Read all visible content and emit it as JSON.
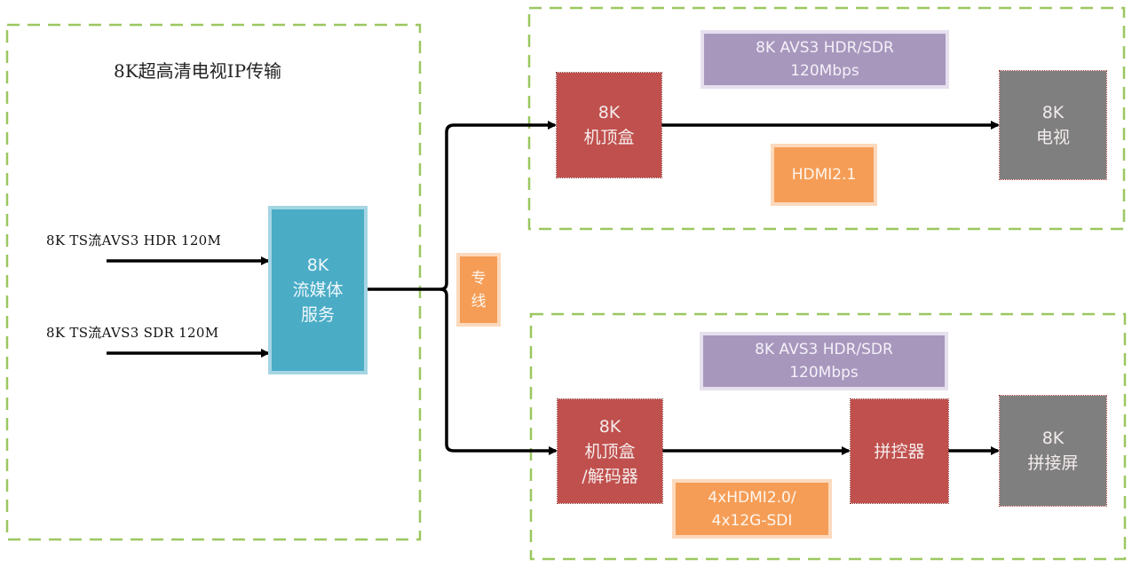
{
  "title": "8K超高清电视IP传输",
  "inputs": [
    {
      "label": "8K TS流AVS3 HDR 120M"
    },
    {
      "label": "8K TS流AVS3 SDR 120M"
    }
  ],
  "streaming_server": {
    "lines": [
      "8K",
      "流媒体",
      "服务"
    ]
  },
  "dedicated_line": {
    "lines": [
      "专",
      "线"
    ]
  },
  "top_branch": {
    "stream_info": {
      "lines": [
        "8K AVS3 HDR/SDR",
        "120Mbps"
      ]
    },
    "set_top_box": {
      "lines": [
        "8K",
        "机顶盒"
      ]
    },
    "interface": {
      "lines": [
        "HDMI2.1"
      ]
    },
    "display": {
      "lines": [
        "8K",
        "电视"
      ]
    }
  },
  "bottom_branch": {
    "stream_info": {
      "lines": [
        "8K AVS3 HDR/SDR",
        "120Mbps"
      ]
    },
    "set_top_box": {
      "lines": [
        "8K",
        "机顶盒",
        "/解码器"
      ]
    },
    "interface": {
      "lines": [
        "4xHDMI2.0/",
        "4x12G-SDI"
      ]
    },
    "controller": {
      "lines": [
        "拼控器"
      ]
    },
    "display": {
      "lines": [
        "8K",
        "拼接屏"
      ]
    }
  },
  "colors": {
    "group_border": "#9bc760",
    "server": "#4bacc6",
    "device": "#c0504d",
    "display": "#7f7f7f",
    "stream_info": "#a797bd",
    "interface": "#f59d56",
    "wire": "#000000"
  }
}
